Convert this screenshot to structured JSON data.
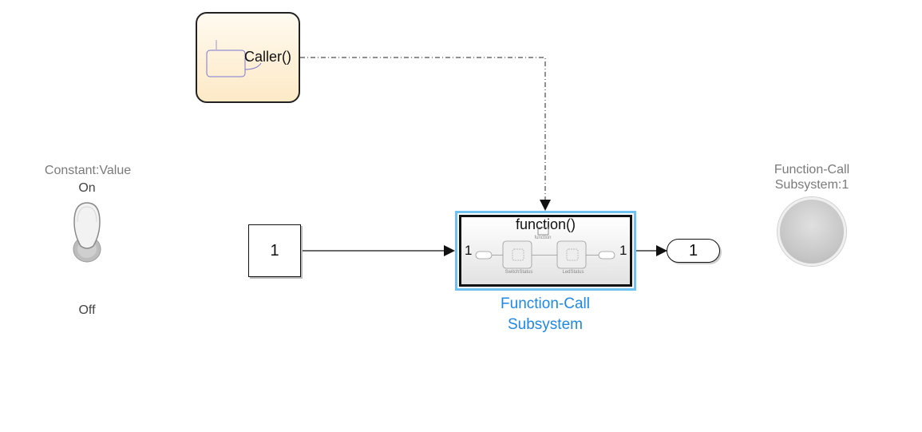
{
  "chart_block": {
    "caller_label": "Caller()"
  },
  "switch": {
    "param_label": "Constant:Value",
    "on_label": "On",
    "off_label": "Off"
  },
  "constant": {
    "value": "1"
  },
  "subsystem": {
    "trigger_label": "function()",
    "in_port": "1",
    "out_port": "1",
    "name_line1": "Function-Call",
    "name_line2": "Subsystem",
    "inner": {
      "function_label": "function",
      "block1": "SwitchStatus",
      "block2": "LedStatus"
    }
  },
  "outport": {
    "value": "1"
  },
  "lamp": {
    "label_line1": "Function-Call",
    "label_line2": "Subsystem:1"
  },
  "colors": {
    "selection": "#6ec1f0",
    "name_blue": "#1e88e5",
    "chart_fill": "#fde9c6"
  }
}
